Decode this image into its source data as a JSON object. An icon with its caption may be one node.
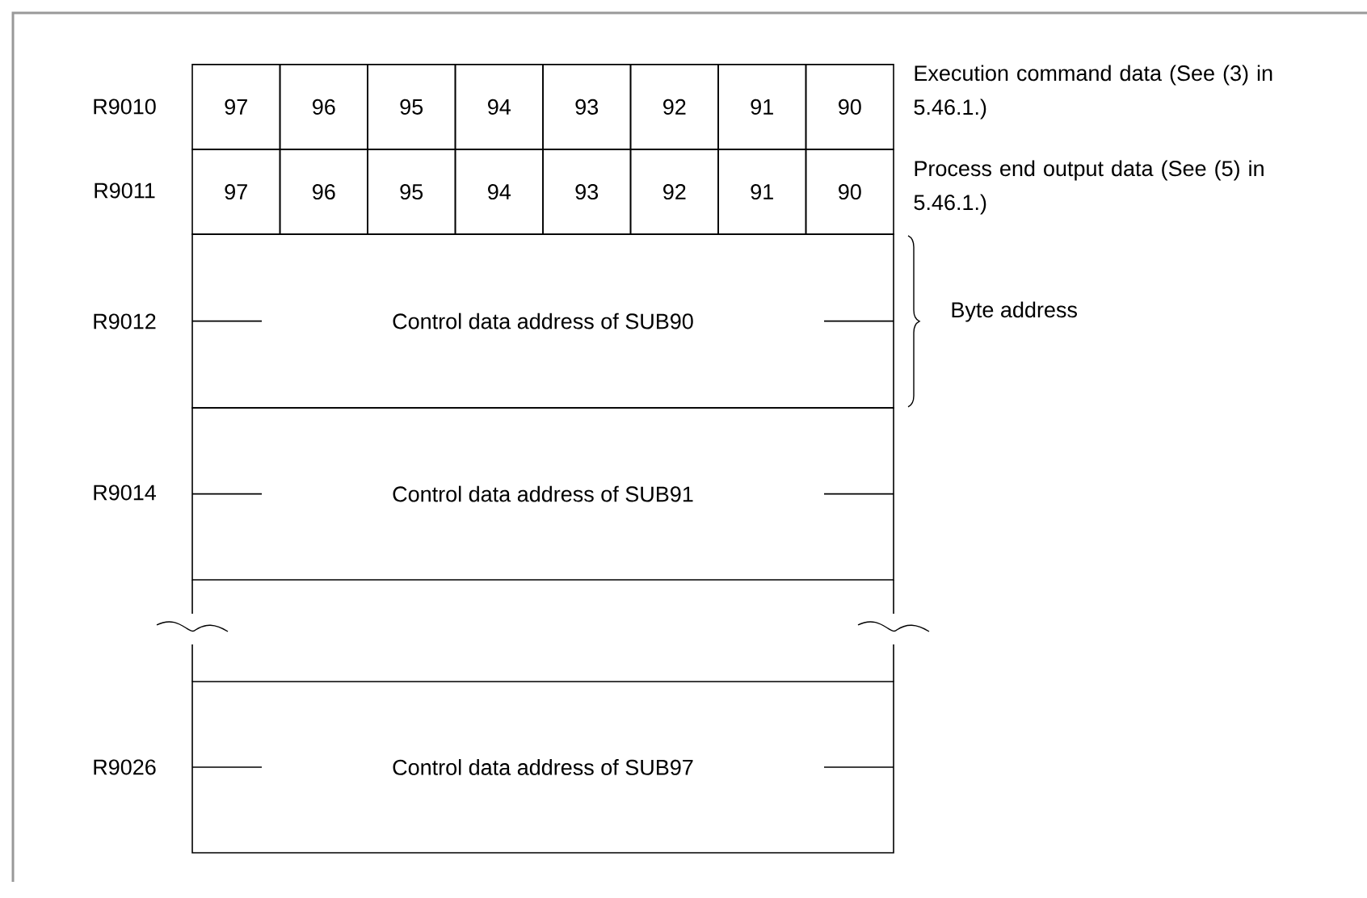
{
  "diagram": {
    "nodes": [
      {
        "text": [
          "97"
        ]
      },
      {
        "text": [
          "96"
        ]
      },
      {
        "text": [
          "95"
        ]
      },
      {
        "text": [
          "94"
        ]
      },
      {
        "text": [
          "93"
        ]
      },
      {
        "text": [
          "92"
        ]
      },
      {
        "text": [
          "91"
        ]
      },
      {
        "text": [
          "90"
        ]
      },
      {
        "text": [
          "97"
        ]
      },
      {
        "text": [
          "96"
        ]
      },
      {
        "text": [
          "95"
        ]
      },
      {
        "text": [
          "94"
        ]
      },
      {
        "text": [
          "93"
        ]
      },
      {
        "text": [
          "92"
        ]
      },
      {
        "text": [
          "91"
        ]
      },
      {
        "text": [
          "90"
        ]
      },
      {
        "text": [
          "Control data address of SUB90"
        ]
      },
      {
        "text": [
          "Control data address of SUB91"
        ]
      },
      {
        "text": [
          "Control data address of SUB97"
        ]
      }
    ],
    "labels": [
      "R9010",
      "Execution command data (See (3) in 5.46.1.)",
      "R9011",
      "Process end output data (See (5) in 5.46.1.)",
      "R9012",
      "Byte address",
      "R9014",
      "R9026"
    ]
  }
}
